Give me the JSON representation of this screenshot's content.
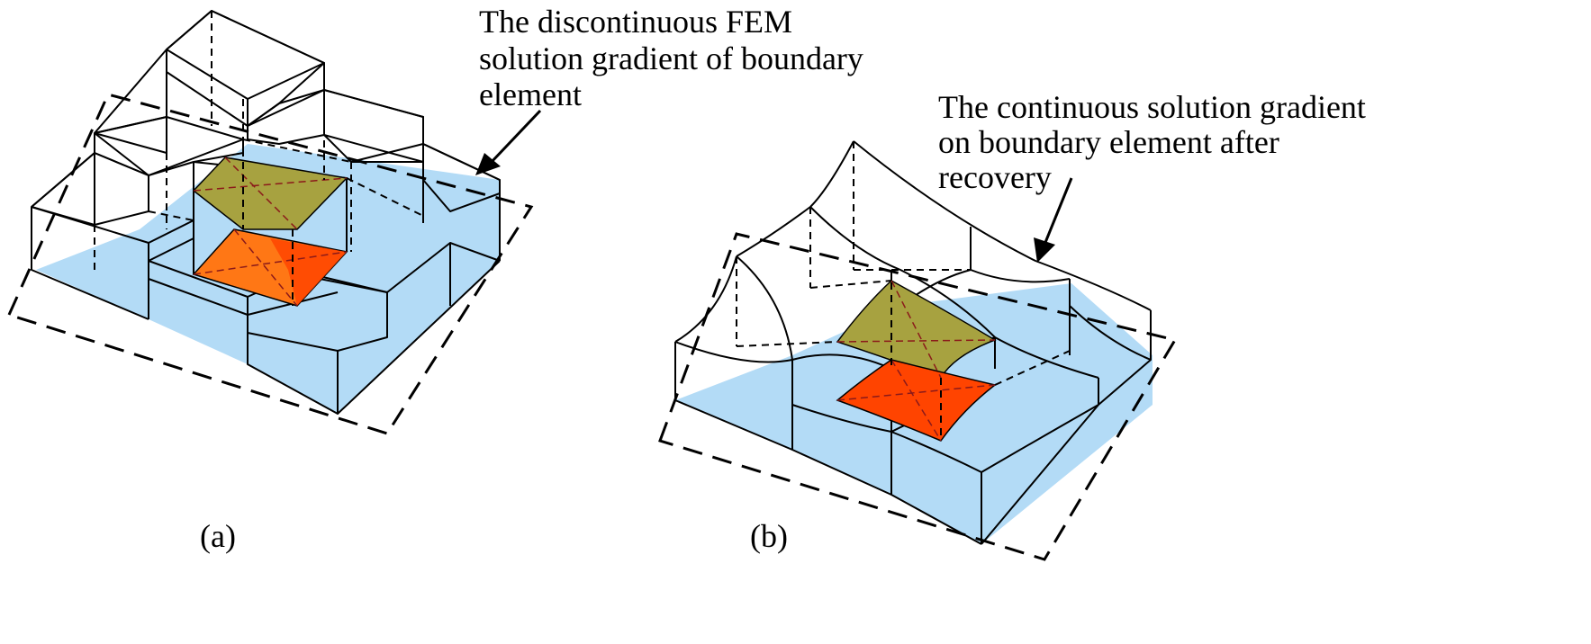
{
  "panel_a": {
    "label": "(a)",
    "annotation_lines": [
      "The discontinuous FEM",
      "solution gradient of boundary",
      "element"
    ]
  },
  "panel_b": {
    "label": "(b)",
    "annotation_lines": [
      "The continuous solution gradient",
      "on boundary element after",
      "recovery"
    ]
  },
  "colors": {
    "mesh_fill": "#b3dbf6",
    "box_fill": "#f1f1f1",
    "olive_element": "#a7a240",
    "orange_element": "#ff7715",
    "red_element": "#ff4400"
  }
}
